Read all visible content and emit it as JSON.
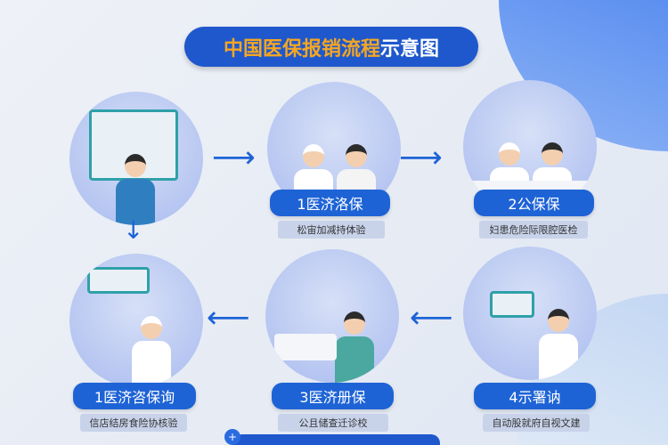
{
  "title": {
    "highlight": "中国医保报销流程",
    "rest": "示意图"
  },
  "steps": [
    {
      "label": "",
      "desc": ""
    },
    {
      "label": "1医济洛保",
      "desc": "松宙加减持体验"
    },
    {
      "label": "2公保保",
      "desc": "妇患危险际限腔医检"
    },
    {
      "label": "1医济咨保询",
      "desc": "信店结房食险协核验"
    },
    {
      "label": "3医济册保",
      "desc": "公且储查迁诊校"
    },
    {
      "label": "4示署讷",
      "desc": "自动股就府自视文建"
    }
  ],
  "colors": {
    "accent": "#1e63d6",
    "title_bg": "#1f58cc",
    "highlight": "#f5a623"
  },
  "bottom": {
    "plus": "+"
  }
}
